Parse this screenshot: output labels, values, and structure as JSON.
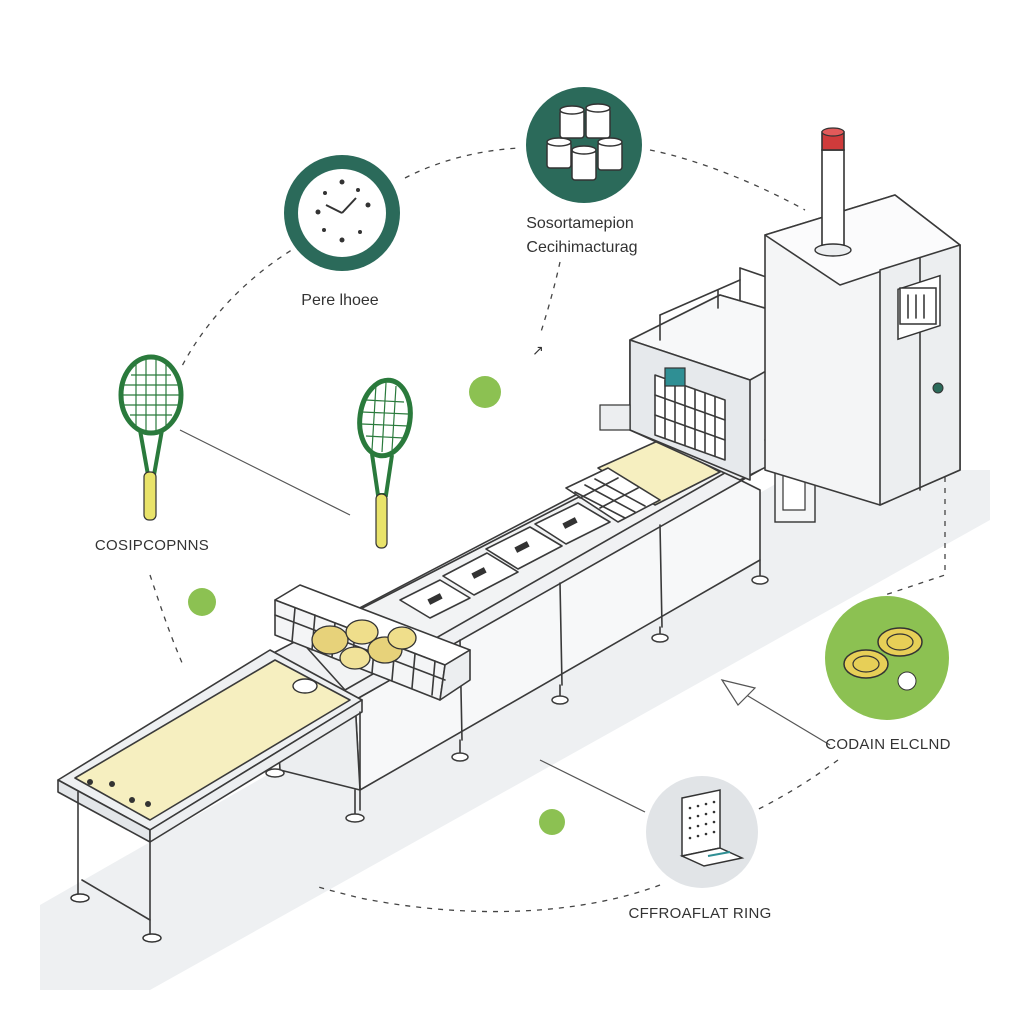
{
  "labels": {
    "top_left": "Pere lhoee",
    "top_center_line1": "Sosortamepion",
    "top_center_line2": "Cecihimacturag",
    "left": "COSIPCOPNNS",
    "right": "CODAIN ELCLND",
    "bottom": "CFFROAFLAT RING",
    "arrow_mark": "↗"
  },
  "colors": {
    "badge_dark": "#2b6a5a",
    "badge_light": "#8cc152",
    "badge_grey": "#e1e4e7",
    "racket": "#2a7a3c",
    "handle": "#e9e36a",
    "belt": "#f6efc0",
    "machine_face": "#f4f5f6",
    "teal_part": "#2f8f94"
  },
  "icons": [
    "clock-icon",
    "cups-icon",
    "tennis-racket-icon",
    "coins-icon",
    "grid-panel-icon"
  ]
}
